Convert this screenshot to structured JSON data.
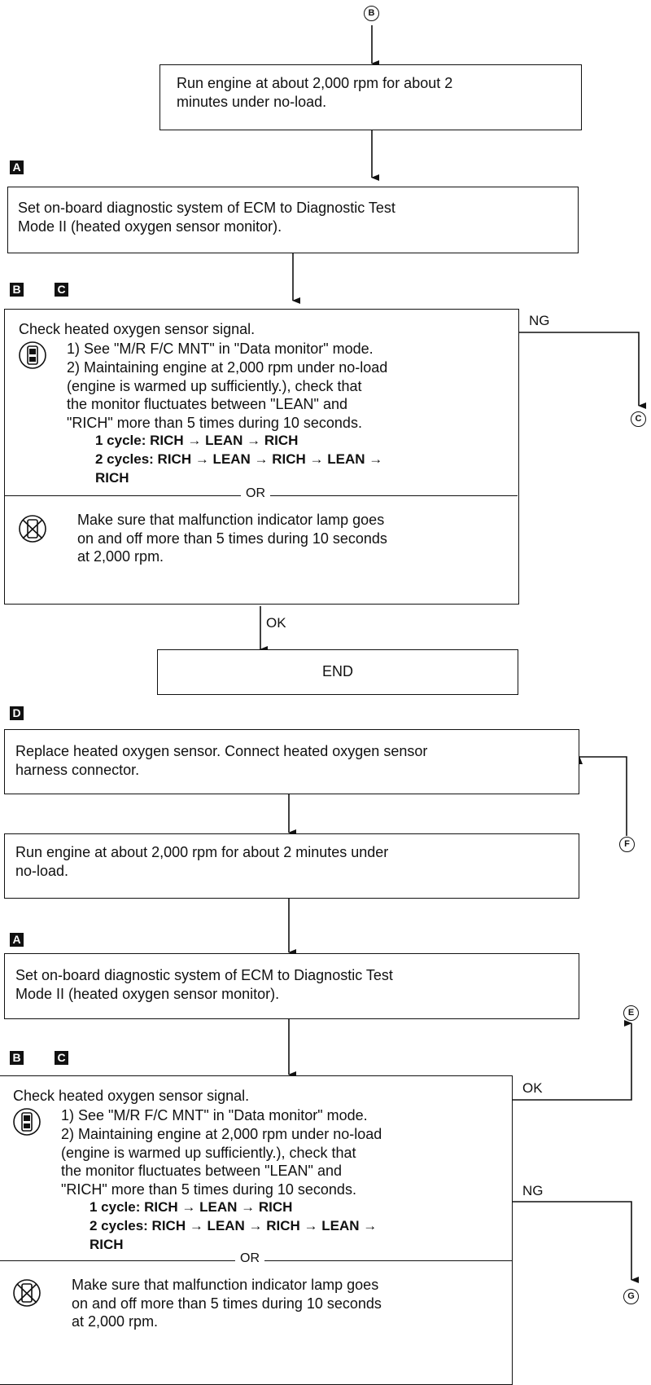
{
  "connectors": {
    "b_top": "B",
    "c_right": "C",
    "f_right": "F",
    "e_right": "E",
    "g_right": "G"
  },
  "tags": {
    "a": "A",
    "b": "B",
    "c": "C",
    "d": "D"
  },
  "top": {
    "run_engine": "Run engine at about 2,000 rpm for about 2\nminutes under no-load.",
    "set_mode": "Set on-board diagnostic system of ECM to Diagnostic Test\nMode II (heated oxygen sensor monitor).",
    "check_title": "Check heated oxygen sensor signal.",
    "step1": "1) See \"M/R F/C MNT\" in \"Data monitor\" mode.",
    "step2": "2) Maintaining engine at 2,000 rpm under no-load\n(engine is warmed up sufficiently.), check that\nthe monitor fluctuates between \"LEAN\" and\n\"RICH\" more than 5 times during 10 seconds.",
    "cycle1": "1 cycle: RICH → LEAN → RICH",
    "cycle2": "2 cycles: RICH → LEAN → RICH → LEAN →\nRICH",
    "or": "OR",
    "mil": "Make sure that malfunction indicator lamp goes\non and off more than 5 times during 10 seconds\nat 2,000 rpm.",
    "ng": "NG",
    "ok": "OK",
    "end": "END"
  },
  "bottom": {
    "replace": "Replace heated oxygen sensor. Connect heated oxygen sensor\nharness connector.",
    "run_engine": "Run engine at about 2,000 rpm for about 2 minutes under\nno-load.",
    "set_mode": "Set on-board diagnostic system of ECM to Diagnostic Test\nMode II (heated oxygen sensor monitor).",
    "check_title": "Check heated oxygen sensor signal.",
    "step1": "1) See \"M/R F/C MNT\" in \"Data monitor\" mode.",
    "step2": "2) Maintaining engine at 2,000 rpm under no-load\n(engine is warmed up sufficiently.), check that\nthe monitor fluctuates between \"LEAN\" and\n\"RICH\" more than 5 times during 10 seconds.",
    "cycle1": "1 cycle: RICH → LEAN → RICH",
    "cycle2": "2 cycles: RICH → LEAN → RICH → LEAN →\nRICH",
    "or": "OR",
    "mil": "Make sure that malfunction indicator lamp goes\non and off more than 5 times during 10 seconds\nat 2,000 rpm.",
    "ok": "OK",
    "ng": "NG"
  }
}
